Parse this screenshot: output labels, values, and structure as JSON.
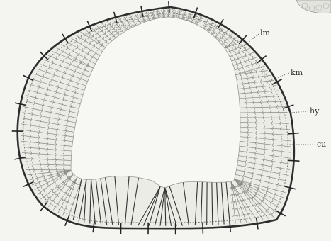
{
  "figure": {
    "labels": [
      {
        "key": "lm",
        "text": "lm"
      },
      {
        "key": "km",
        "text": "km"
      },
      {
        "key": "hy",
        "text": "hy"
      },
      {
        "key": "cu",
        "text": "cu"
      }
    ]
  }
}
